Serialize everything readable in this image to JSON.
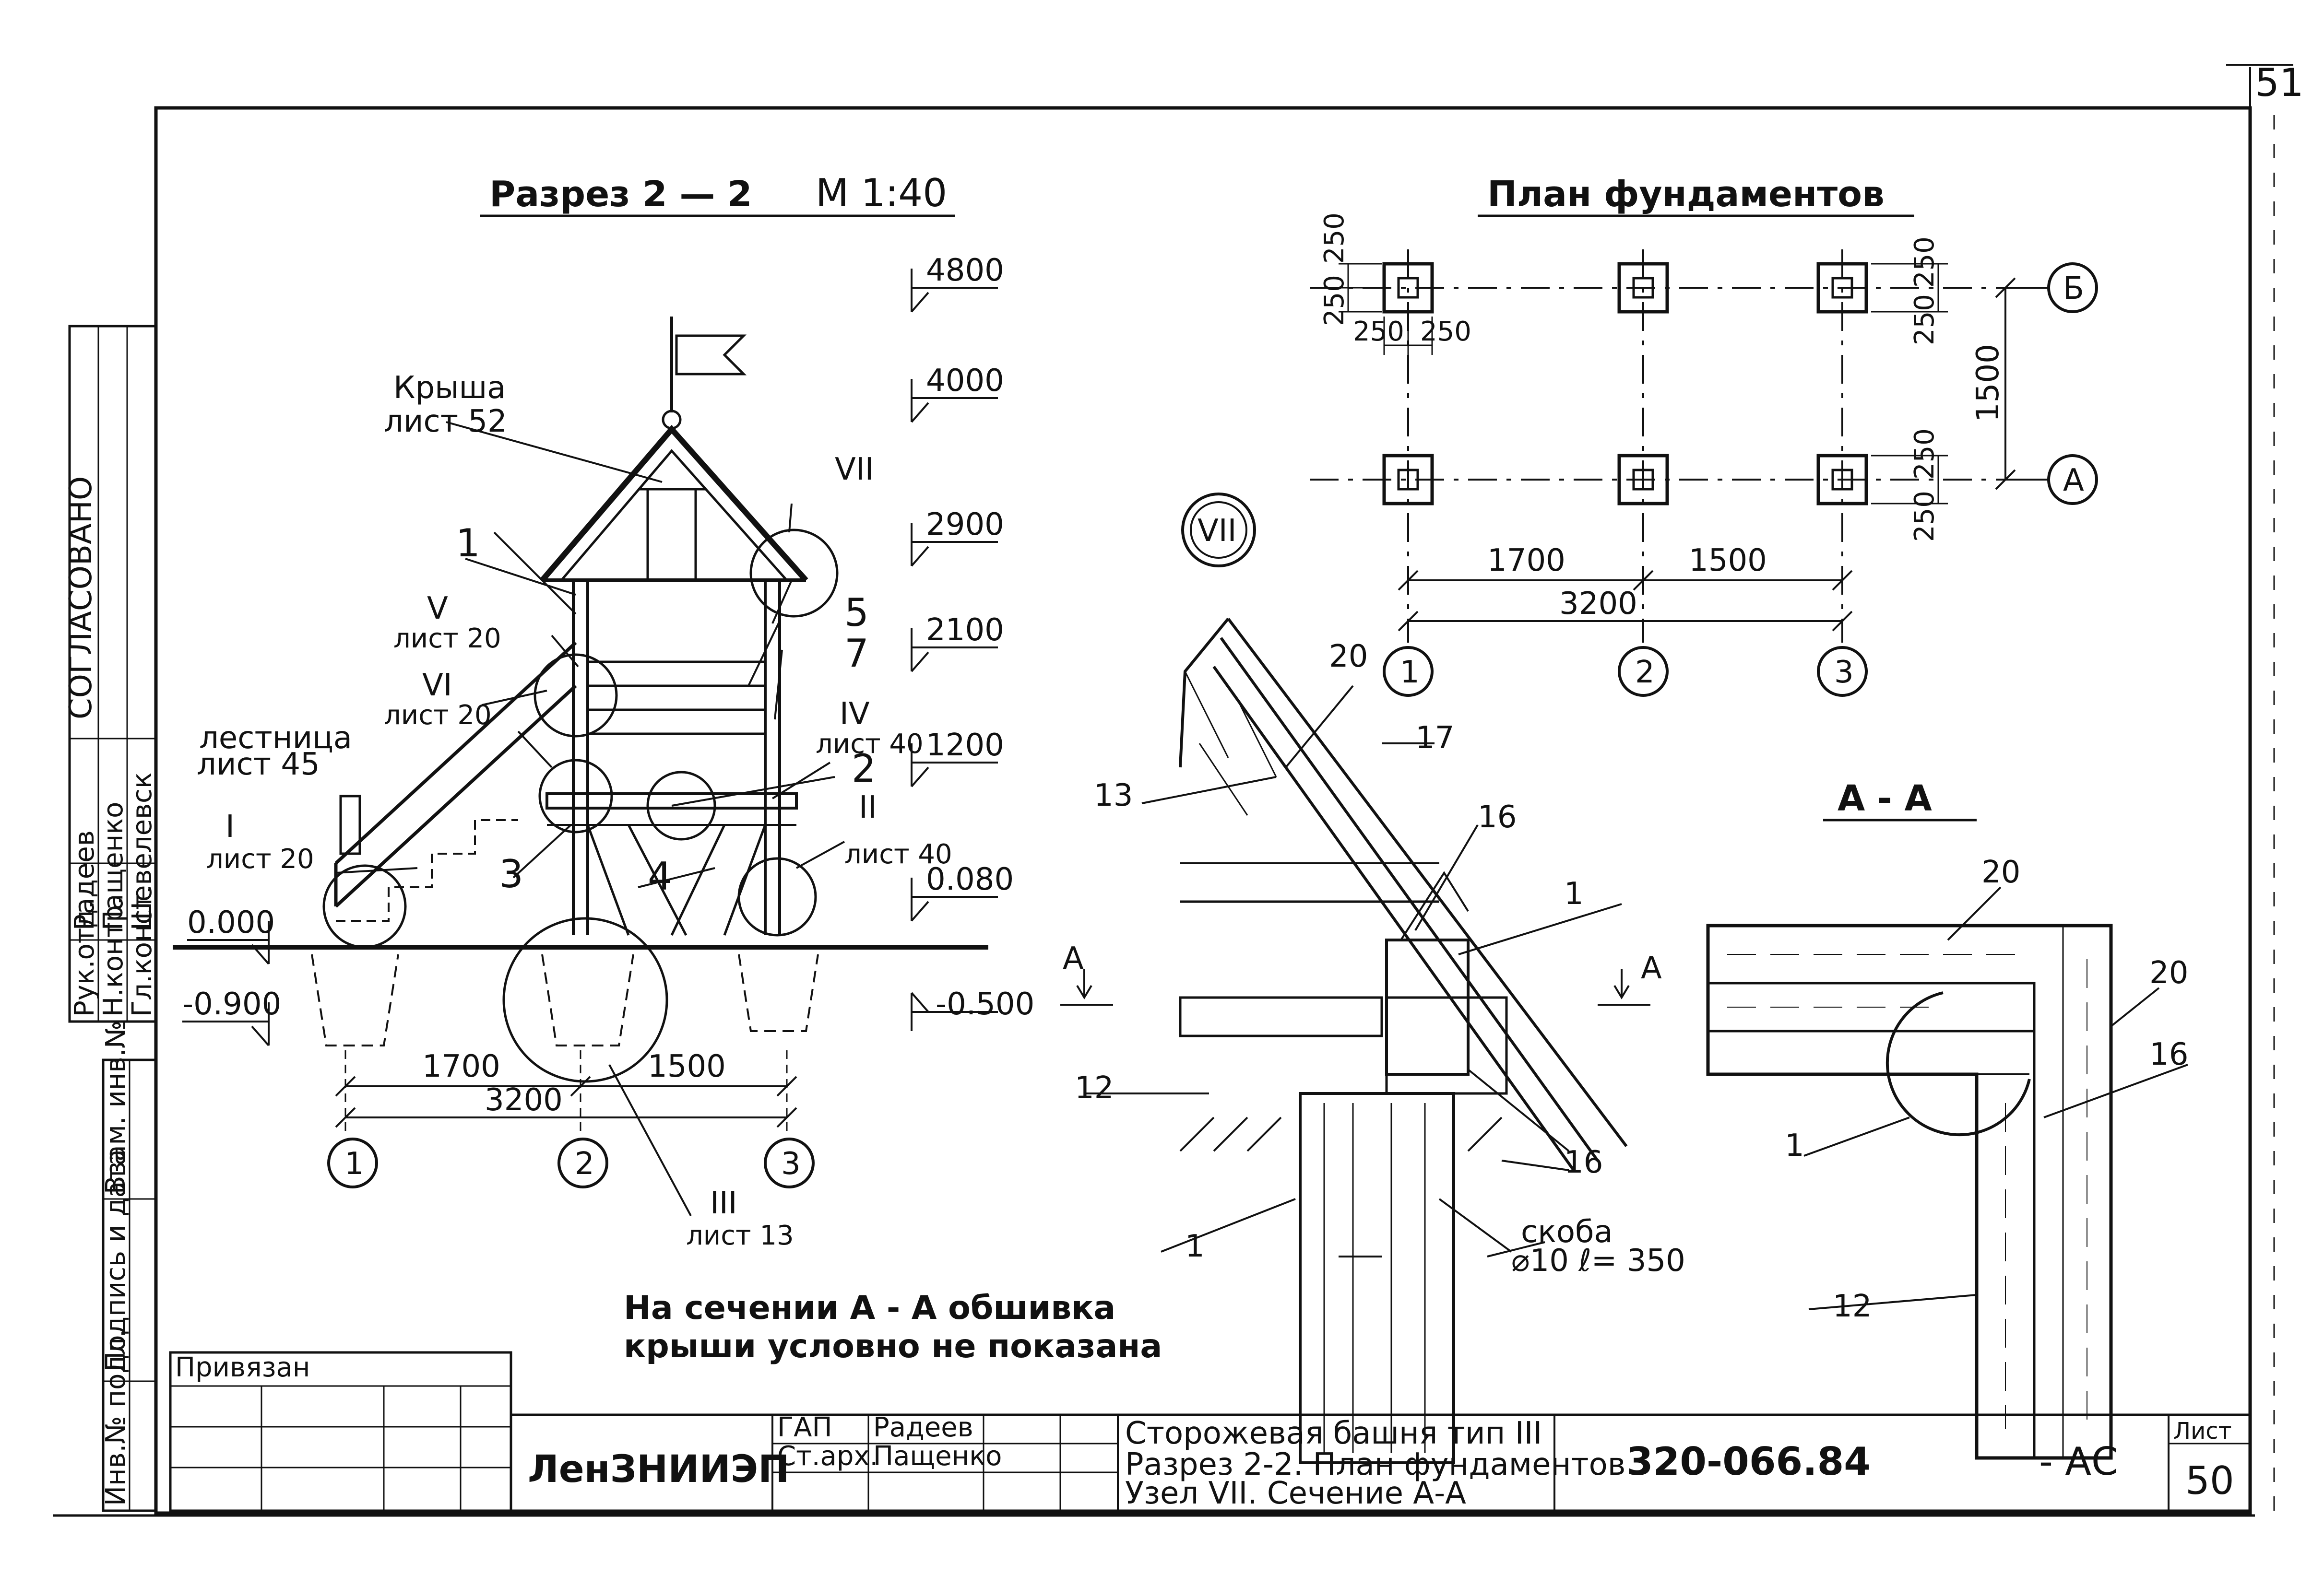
{
  "sheet": {
    "page_corner": "51",
    "section_title": "Разрез 2 — 2",
    "section_scale": "М 1:40",
    "plan_title": "План фундаментов",
    "aa_title": "А - А",
    "node_label": "VII",
    "note_line1": "На сечении А - А обшивка",
    "note_line2": "крыши условно не показана"
  },
  "section": {
    "levels": [
      "4800",
      "4000",
      "2900",
      "2100",
      "1200",
      "0.080",
      "0.000",
      "-0.900",
      "-0.500"
    ],
    "roof_label": "Крыша",
    "roof_sheet": "лист 52",
    "stair_label": "лестница",
    "stair_sheet": "лист 45",
    "callouts": [
      {
        "num": "V",
        "sheet": "лист 20"
      },
      {
        "num": "VI",
        "sheet": "лист 20"
      },
      {
        "num": "I",
        "sheet": "лист 20"
      },
      {
        "num": "IV",
        "sheet": "лист 40"
      },
      {
        "num": "II",
        "sheet": "лист 40"
      },
      {
        "num": "III",
        "sheet": "лист 13"
      },
      {
        "num": "VII",
        "sheet": ""
      }
    ],
    "item_numbers": [
      "1",
      "5",
      "7",
      "2",
      "3",
      "4"
    ],
    "dims": [
      "1700",
      "1500",
      "3200"
    ],
    "axes": [
      "1",
      "2",
      "3"
    ]
  },
  "plan": {
    "dims_small": [
      "250",
      "250",
      "250",
      "250",
      "250",
      "250",
      "250",
      "250"
    ],
    "dim_1500_vert": "1500",
    "dims": [
      "1700",
      "1500",
      "3200"
    ],
    "axes_x": [
      "1",
      "2",
      "3"
    ],
    "axes_y": [
      "Б",
      "А"
    ]
  },
  "node": {
    "items": [
      "20",
      "17",
      "13",
      "16",
      "1",
      "12",
      "16",
      "1"
    ],
    "section_marks": [
      "А",
      "А"
    ],
    "bracket_label": "скоба",
    "bracket_spec": "⌀10 ℓ= 350"
  },
  "aa": {
    "items": [
      "20",
      "20",
      "16",
      "1",
      "12"
    ]
  },
  "side_stamp": {
    "agreed": "СОГЛАСОВАНО",
    "rows": [
      {
        "role": "Рук.отд.",
        "name": "Радеев"
      },
      {
        "role": "Н.контр.",
        "name": "Пащенко"
      },
      {
        "role": "Гл.конст.",
        "name": "Шевелевск"
      }
    ],
    "cols": [
      "Инв.№ подл.",
      "Подпись и дата",
      "Взам. инв.№"
    ]
  },
  "title_block": {
    "privyazan": "Привязан",
    "org": "ЛенЗНИИЭП",
    "role1": "ГАП",
    "name1": "Радеев",
    "role2": "Ст.арх.",
    "name2": "Пащенко",
    "title_line1": "Сторожевая башня тип III",
    "title_line2": "Разрез 2-2. План фундаментов",
    "title_line3": "Узел VII. Сечение А-А",
    "code": "320-066.84",
    "mark": "- АС",
    "sheet_label": "Лист",
    "sheet_no": "50"
  }
}
